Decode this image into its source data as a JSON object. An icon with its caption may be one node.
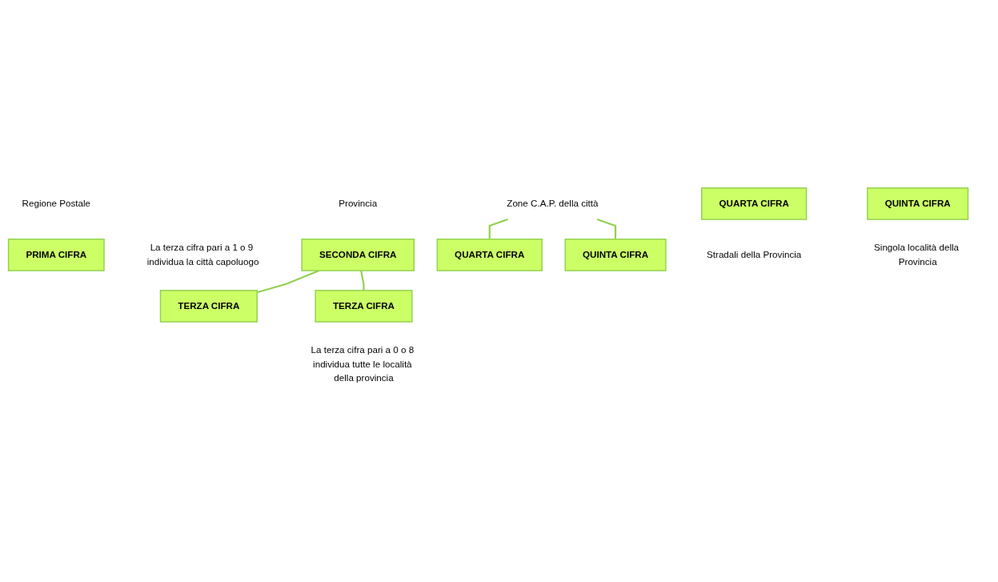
{
  "diagram": {
    "nodes": [
      {
        "text": [
          "PRIMA CIFRA"
        ],
        "beside": [
          "Regione Postale"
        ]
      },
      {
        "text": [
          "SECONDA CIFRA"
        ],
        "beside": [
          "Provincia"
        ]
      },
      {
        "text": [
          "TERZA CIFRA"
        ],
        "beside": [
          "La terza cifra pari a 1 o 9 individua la città capoluogo"
        ]
      },
      {
        "text": [
          "TERZA CIFRA"
        ],
        "beside": [
          "La terza cifra pari a 0 o 8 individua tutte le località della provincia"
        ]
      },
      {
        "text": [
          "Zone C.A.P. della città"
        ]
      },
      {
        "text": [
          "QUARTA CIFRA"
        ]
      },
      {
        "text": [
          "QUINTA CIFRA"
        ]
      },
      {
        "text": [
          "QUARTA CIFRA"
        ],
        "beside": [
          "Stradali della Provincia"
        ]
      },
      {
        "text": [
          "QUINTA CIFRA"
        ],
        "beside": [
          "Singola località della Provincia"
        ]
      }
    ],
    "edges": [
      {
        "from": 1,
        "to": 2,
        "arrow": "none"
      },
      {
        "from": 1,
        "to": 3,
        "arrow": "none"
      },
      {
        "from": 4,
        "to": 5,
        "arrow": "none"
      },
      {
        "from": 4,
        "to": 6,
        "arrow": "none"
      }
    ]
  }
}
